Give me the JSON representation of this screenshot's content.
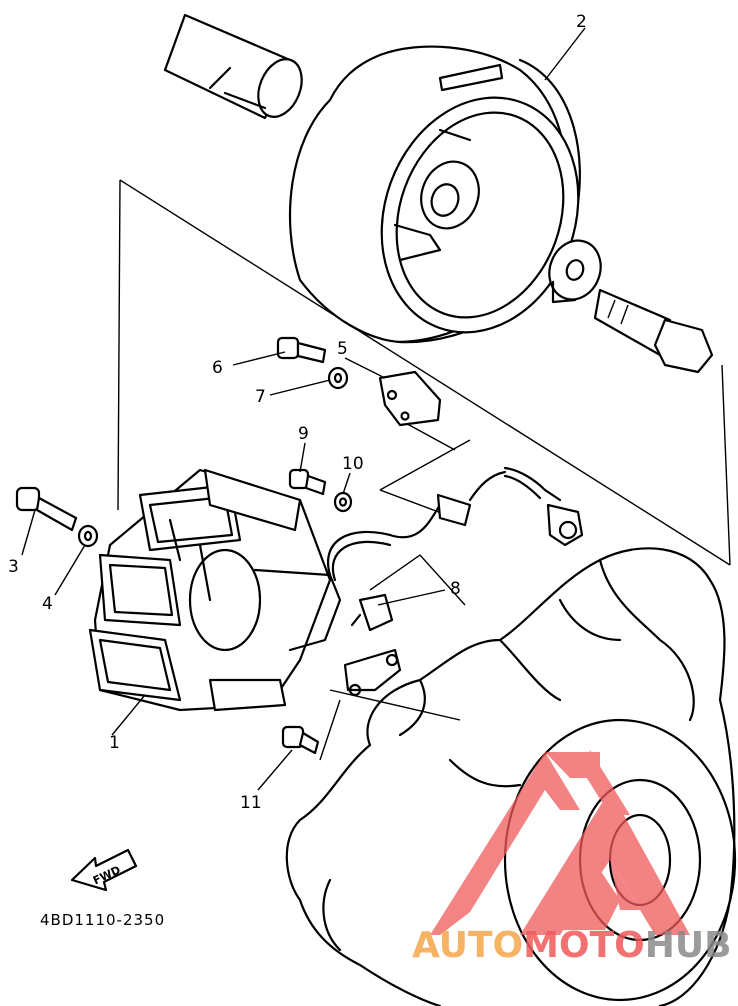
{
  "callouts": [
    {
      "id": "c1",
      "label": "1"
    },
    {
      "id": "c2",
      "label": "2"
    },
    {
      "id": "c3",
      "label": "3"
    },
    {
      "id": "c4",
      "label": "4"
    },
    {
      "id": "c5",
      "label": "5"
    },
    {
      "id": "c6",
      "label": "6"
    },
    {
      "id": "c7",
      "label": "7"
    },
    {
      "id": "c8",
      "label": "8"
    },
    {
      "id": "c9",
      "label": "9"
    },
    {
      "id": "c10",
      "label": "10"
    },
    {
      "id": "c11",
      "label": "11"
    }
  ],
  "fwd_label": "FWD",
  "drawing_code": "4BD1110-2350",
  "watermark": {
    "part1": "AUTO",
    "part2": "MOTO",
    "part3": "HUB",
    "color_orange": "#f5a64a",
    "color_red": "#f05a5a",
    "color_gray": "#8a8a8a"
  }
}
